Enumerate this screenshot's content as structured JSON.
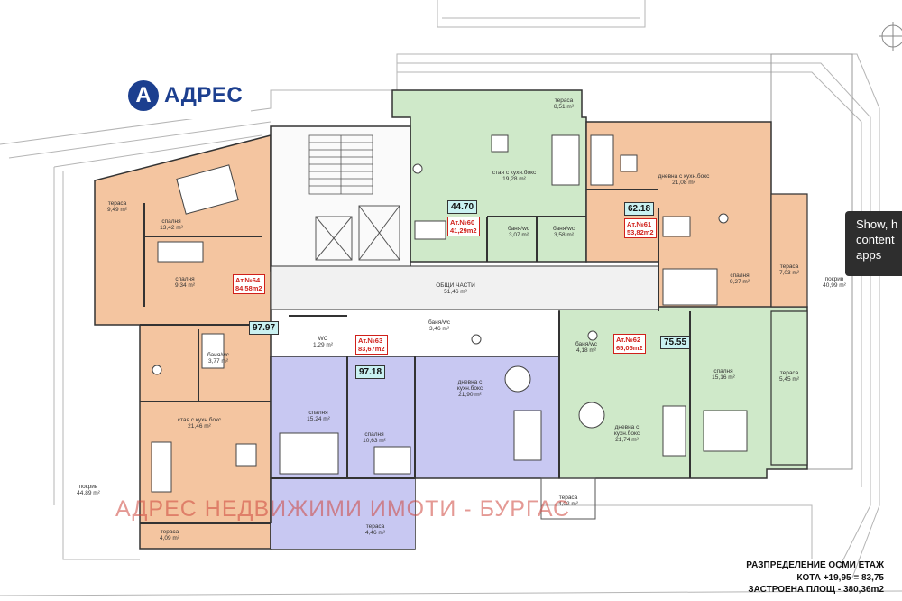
{
  "logo": {
    "mark": "A",
    "text": "АДРЕС"
  },
  "tooltip": {
    "lines": [
      "Show, h",
      "content",
      "apps"
    ]
  },
  "watermark": "АДРЕС НЕДВИЖИМИ ИМОТИ - БУРГАС",
  "info": {
    "line1": "РАЗПРЕДЕЛЕНИЕ ОСМИ ЕТАЖ",
    "line2": "КОТА +19,95 = 83,75",
    "line3": "ЗАСТРОЕНА ПЛОЩ - 380,36m2"
  },
  "common": {
    "title": "ОБЩИ ЧАСТИ",
    "area": "51,46 m²"
  },
  "apartments": {
    "a60": {
      "code": "Ат.№60",
      "area": "41,29m2",
      "total": "44.70"
    },
    "a61": {
      "code": "Ат.№61",
      "area": "53,82m2",
      "total": "62.18"
    },
    "a62": {
      "code": "Ат.№62",
      "area": "65,05m2",
      "total": "75.55"
    },
    "a63": {
      "code": "Ат.№63",
      "area": "83,67m2",
      "total": "97.18"
    },
    "a64": {
      "code": "Ат.№64",
      "area": "84,58m2",
      "total": "97.97"
    }
  },
  "rooms": {
    "terrace_top": {
      "name": "тераса",
      "area": "8,51 m²"
    },
    "a60_living": {
      "name": "стая с кухн.бокс",
      "area": "19,28 m²"
    },
    "a60_bath": {
      "name": "баня/wc",
      "area": "3,07 m²"
    },
    "a61_bath": {
      "name": "баня/wc",
      "area": "3,58 m²"
    },
    "a61_living": {
      "name": "дневна с кухн.бокс",
      "area": "21,08 m²"
    },
    "a61_bed": {
      "name": "спалня",
      "area": "9,27 m²"
    },
    "a61_terrace": {
      "name": "тераса",
      "area": "7,03 m²"
    },
    "roof_right": {
      "name": "покрив",
      "area": "40,99 m²"
    },
    "a64_terrace_top": {
      "name": "тераса",
      "area": "9,49 m²"
    },
    "a64_bed1": {
      "name": "спалня",
      "area": "13,42 m²"
    },
    "a64_bed2": {
      "name": "спалня",
      "area": "9,34 m²"
    },
    "a64_bath": {
      "name": "баня/wc",
      "area": "3,77 m²"
    },
    "a64_living": {
      "name": "стая с кухн.бокс",
      "area": "21,46 m²"
    },
    "a64_terrace_bottom": {
      "name": "тераса",
      "area": "4,09 m²"
    },
    "roof_left": {
      "name": "покрив",
      "area": "44,89 m²"
    },
    "a63_wc": {
      "name": "WC",
      "area": "1,29 m²"
    },
    "a63_bath": {
      "name": "баня/wc",
      "area": "3,46 m²"
    },
    "a63_bed1": {
      "name": "спалня",
      "area": "15,24 m²"
    },
    "a63_bed2": {
      "name": "спалня",
      "area": "10,63 m²"
    },
    "a63_living": {
      "name": "дневна с кухн.бокс",
      "area": "21,90 m²"
    },
    "a63_terrace": {
      "name": "тераса",
      "area": "4,46 m²"
    },
    "a62_bath": {
      "name": "баня/wc",
      "area": "4,18 m²"
    },
    "a62_living": {
      "name": "дневна с кухн.бокс",
      "area": "21,74 m²"
    },
    "a62_bed": {
      "name": "спалня",
      "area": "15,16 m²"
    },
    "a62_terrace_right": {
      "name": "тераса",
      "area": "5,45 m²"
    },
    "a62_terrace_bottom": {
      "name": "тераса",
      "area": "4,02 m²"
    }
  },
  "colors": {
    "green": "#cfe9c9",
    "orange": "#f4c5a0",
    "purple": "#c8c8f2",
    "total_box": "#c9f1f1",
    "code_box_border": "#d0201a",
    "logo_blue": "#1c3f8f"
  },
  "icons": [
    "stair-icon",
    "elevator-icon",
    "bed-icon",
    "sofa-icon",
    "dining-table-icon",
    "toilet-icon",
    "bathtub-icon",
    "compass-icon"
  ]
}
